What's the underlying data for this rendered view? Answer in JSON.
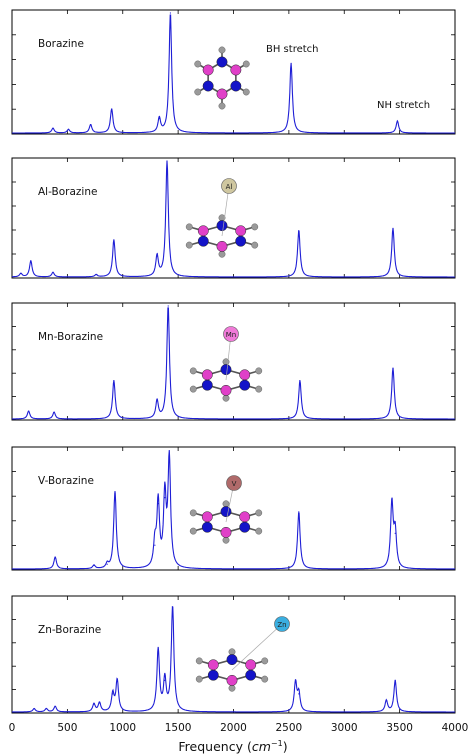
{
  "chart_data": [
    {
      "type": "line",
      "title": "Borazine",
      "annotations": [
        "BH stretch",
        "NH stretch"
      ],
      "xlim": [
        0,
        4000
      ],
      "ylim": [
        0,
        1.0
      ],
      "x": [
        370,
        510,
        710,
        900,
        1330,
        1430,
        2520,
        3480
      ],
      "peaks": [
        0.04,
        0.03,
        0.07,
        0.2,
        0.12,
        1.0,
        0.58,
        0.1
      ],
      "molecule": {
        "metal": ""
      }
    },
    {
      "type": "line",
      "title": "Al-Borazine",
      "xlim": [
        0,
        4000
      ],
      "ylim": [
        0,
        1.0
      ],
      "x": [
        80,
        170,
        370,
        760,
        920,
        1310,
        1400,
        2590,
        3440
      ],
      "peaks": [
        0.03,
        0.14,
        0.04,
        0.02,
        0.32,
        0.18,
        1.0,
        0.4,
        0.42
      ],
      "molecule": {
        "metal": "Al",
        "metal_color": "#cfc7a0"
      }
    },
    {
      "type": "line",
      "title": "Mn-Borazine",
      "xlim": [
        0,
        4000
      ],
      "ylim": [
        0,
        1.0
      ],
      "x": [
        150,
        380,
        920,
        1310,
        1410,
        2600,
        3440
      ],
      "peaks": [
        0.07,
        0.06,
        0.34,
        0.16,
        1.0,
        0.34,
        0.45
      ],
      "molecule": {
        "metal": "Mn",
        "metal_color": "#f07ad8"
      }
    },
    {
      "type": "line",
      "title": "V-Borazine",
      "xlim": [
        0,
        4000
      ],
      "ylim": [
        0,
        1.0
      ],
      "x": [
        390,
        740,
        860,
        930,
        1290,
        1320,
        1380,
        1420,
        2590,
        3430,
        3460
      ],
      "peaks": [
        0.1,
        0.03,
        0.04,
        0.65,
        0.2,
        0.55,
        0.6,
        0.92,
        0.48,
        0.55,
        0.3
      ],
      "molecule": {
        "metal": "V",
        "metal_color": "#b06a6a"
      }
    },
    {
      "type": "line",
      "title": "Zn-Borazine",
      "xlim": [
        0,
        4000
      ],
      "ylim": [
        0,
        1.0
      ],
      "x": [
        200,
        310,
        390,
        740,
        790,
        910,
        950,
        1320,
        1380,
        1450,
        2560,
        2590,
        3380,
        3460
      ],
      "peaks": [
        0.03,
        0.03,
        0.05,
        0.07,
        0.08,
        0.16,
        0.28,
        0.55,
        0.28,
        0.93,
        0.26,
        0.16,
        0.1,
        0.28
      ],
      "molecule": {
        "metal": "Zn",
        "metal_color": "#3aaee0"
      }
    }
  ],
  "x_axis": {
    "ticks": [
      0,
      500,
      1000,
      1500,
      2000,
      2500,
      3000,
      3500,
      4000
    ],
    "tick_labels": [
      "0",
      "500",
      "1000",
      "1500",
      "2000",
      "2500",
      "3000",
      "3500",
      "4000"
    ],
    "label_main": "Frequency (",
    "label_unit": "cm",
    "label_exp": "−1",
    "label_end": ")"
  },
  "colors": {
    "line": "#1f1fd6",
    "boron": "#e040c8",
    "nitrogen": "#1414c8",
    "hydrogen": "#9a9a9a"
  }
}
